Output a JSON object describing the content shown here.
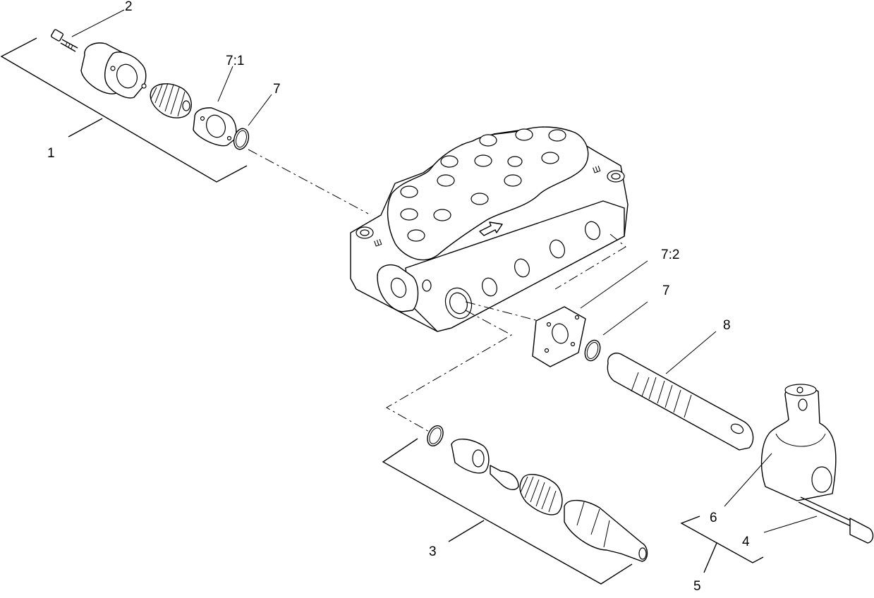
{
  "callouts": {
    "c1": "1",
    "c2": "2",
    "c3": "3",
    "c4": "4",
    "c5": "5",
    "c6": "6",
    "c7_top": "7",
    "c7_mid": "7",
    "c71": "7:1",
    "c72": "7:2",
    "c8": "8"
  }
}
